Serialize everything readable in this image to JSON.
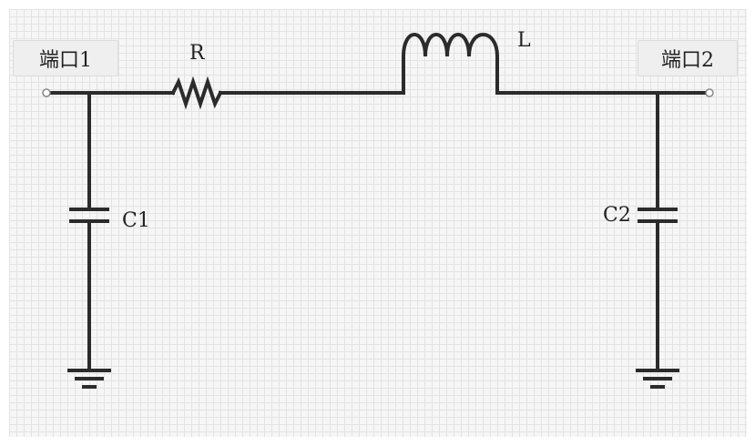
{
  "ports": {
    "port1": "端口1",
    "port2": "端口2"
  },
  "components": {
    "resistor": "R",
    "inductor": "L",
    "capacitor1": "C1",
    "capacitor2": "C2"
  }
}
